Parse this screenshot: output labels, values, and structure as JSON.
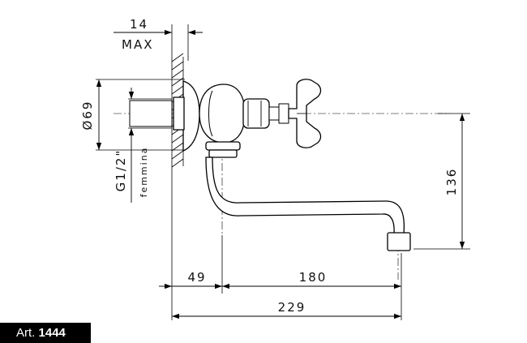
{
  "dimensions": {
    "wall_depth": "14",
    "wall_depth_note": "MAX",
    "flange_diameter": "Ø69",
    "thread": "G1/2\"",
    "thread_note": "femmina",
    "wall_to_axis": "49",
    "spout_reach": "180",
    "total_reach": "229",
    "height": "136"
  },
  "article": {
    "prefix": "Art.",
    "number": "1444"
  }
}
